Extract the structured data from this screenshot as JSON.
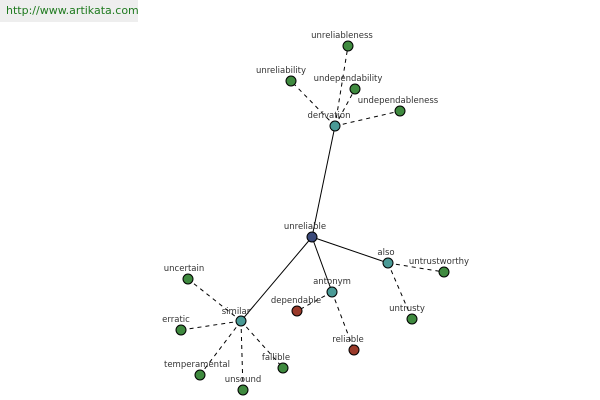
{
  "url": "http://www.artikata.com",
  "colors": {
    "hub": "#3b4a7a",
    "relation": "#4a9a96",
    "word": "#3f8a3f",
    "antonym_word": "#9a3a2a",
    "url_text": "#1f7a1f"
  },
  "nodes": [
    {
      "id": "unreliable",
      "label": "unreliable",
      "kind": "hub"
    },
    {
      "id": "derivation",
      "label": "derivation",
      "kind": "relation"
    },
    {
      "id": "also",
      "label": "also",
      "kind": "relation"
    },
    {
      "id": "antonym",
      "label": "antonym",
      "kind": "relation"
    },
    {
      "id": "similar",
      "label": "similar",
      "kind": "relation"
    },
    {
      "id": "unreliableness",
      "label": "unreliableness",
      "kind": "word"
    },
    {
      "id": "unreliability",
      "label": "unreliability",
      "kind": "word"
    },
    {
      "id": "undependability",
      "label": "undependability",
      "kind": "word"
    },
    {
      "id": "undependableness",
      "label": "undependableness",
      "kind": "word"
    },
    {
      "id": "untrustworthy",
      "label": "untrustworthy",
      "kind": "word"
    },
    {
      "id": "untrusty",
      "label": "untrusty",
      "kind": "word"
    },
    {
      "id": "dependable",
      "label": "dependable",
      "kind": "antonym_word"
    },
    {
      "id": "reliable",
      "label": "reliable",
      "kind": "antonym_word"
    },
    {
      "id": "uncertain",
      "label": "uncertain",
      "kind": "word"
    },
    {
      "id": "erratic",
      "label": "erratic",
      "kind": "word"
    },
    {
      "id": "temperamental",
      "label": "temperamental",
      "kind": "word"
    },
    {
      "id": "unsound",
      "label": "unsound",
      "kind": "word"
    },
    {
      "id": "fallible",
      "label": "fallible",
      "kind": "word"
    }
  ],
  "edges": [
    {
      "from": "unreliable",
      "to": "derivation",
      "style": "solid"
    },
    {
      "from": "unreliable",
      "to": "also",
      "style": "solid"
    },
    {
      "from": "unreliable",
      "to": "antonym",
      "style": "solid"
    },
    {
      "from": "unreliable",
      "to": "similar",
      "style": "solid"
    },
    {
      "from": "derivation",
      "to": "unreliableness",
      "style": "dashed"
    },
    {
      "from": "derivation",
      "to": "unreliability",
      "style": "dashed"
    },
    {
      "from": "derivation",
      "to": "undependability",
      "style": "dashed"
    },
    {
      "from": "derivation",
      "to": "undependableness",
      "style": "dashed"
    },
    {
      "from": "also",
      "to": "untrustworthy",
      "style": "dashed"
    },
    {
      "from": "also",
      "to": "untrusty",
      "style": "dashed"
    },
    {
      "from": "antonym",
      "to": "dependable",
      "style": "dashed"
    },
    {
      "from": "antonym",
      "to": "reliable",
      "style": "dashed"
    },
    {
      "from": "similar",
      "to": "uncertain",
      "style": "dashed"
    },
    {
      "from": "similar",
      "to": "erratic",
      "style": "dashed"
    },
    {
      "from": "similar",
      "to": "temperamental",
      "style": "dashed"
    },
    {
      "from": "similar",
      "to": "unsound",
      "style": "dashed"
    },
    {
      "from": "similar",
      "to": "fallible",
      "style": "dashed"
    }
  ]
}
